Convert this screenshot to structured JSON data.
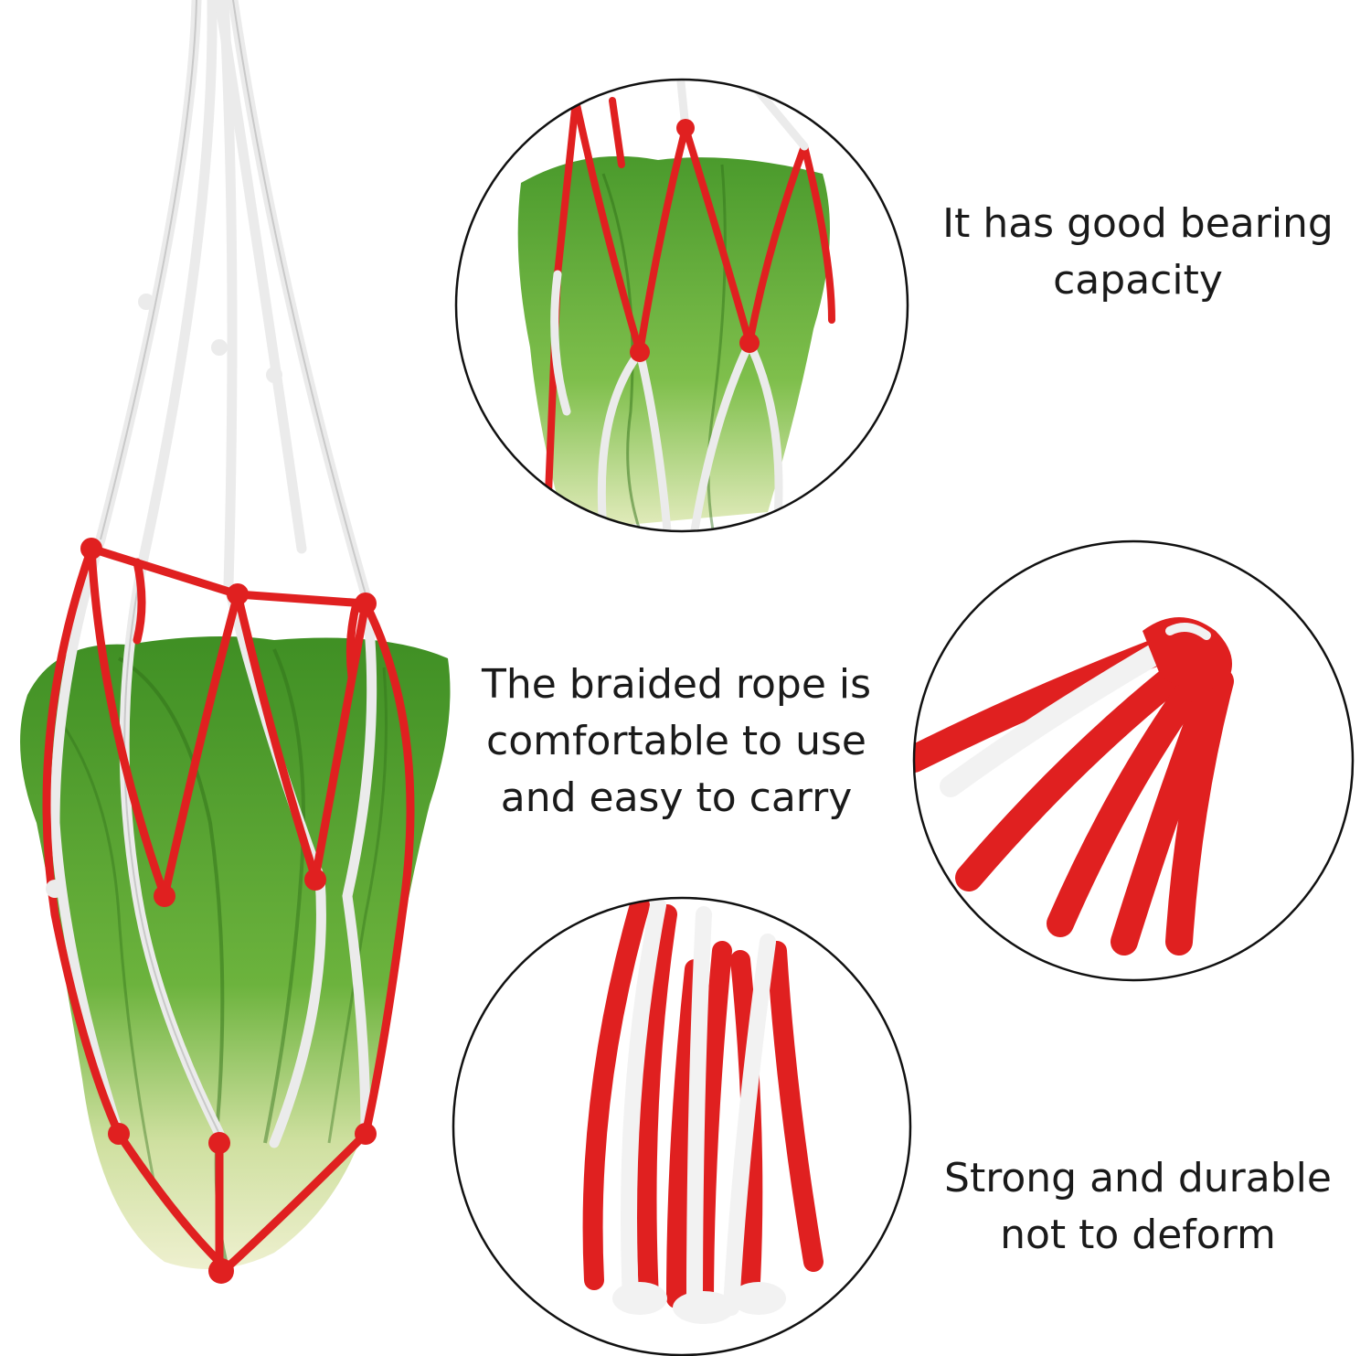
{
  "features": [
    {
      "lines": [
        "It has good bearing",
        "capacity"
      ]
    },
    {
      "lines": [
        "The braided rope is",
        "comfortable to use",
        "and easy to carry"
      ]
    },
    {
      "lines": [
        "Strong and durable",
        "not to deform"
      ]
    }
  ],
  "colors": {
    "background": "#ffffff",
    "rope_red": "#e02020",
    "rope_white": "#f4f4f4",
    "leaf_green": "#4f9b2c",
    "stem_pale": "#e6ecc0",
    "circle_outline": "#111111",
    "text": "#1a1a1a"
  }
}
